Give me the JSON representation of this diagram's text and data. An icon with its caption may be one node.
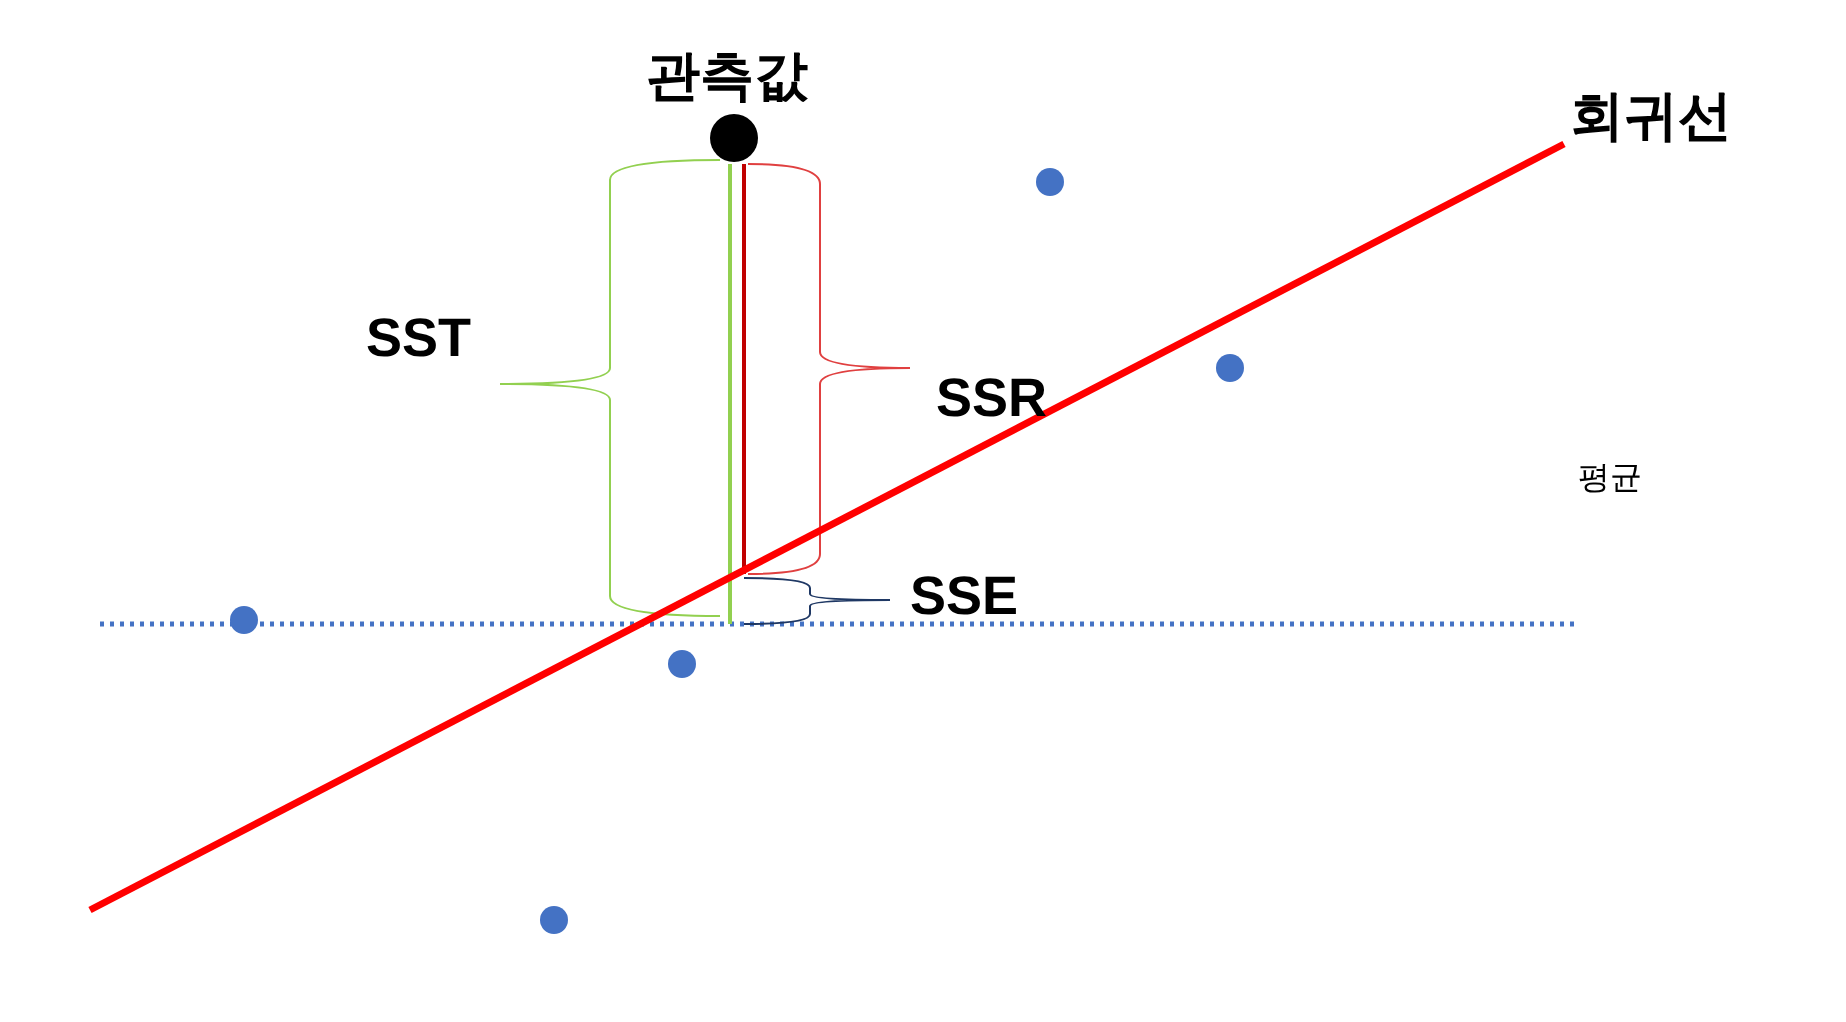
{
  "diagram": {
    "labels": [
      "관측값",
      "회귀선",
      "SST",
      "SSR",
      "평균",
      "SSE"
    ]
  }
}
